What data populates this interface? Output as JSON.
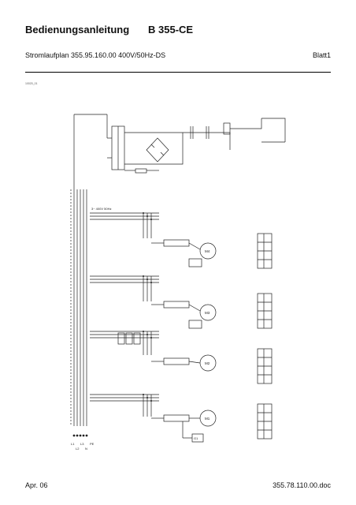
{
  "header": {
    "title": "Bedienungsanleitung",
    "model": "B 355-CE",
    "plan": "Stromlaufplan 355.95.160.00 400V/50Hz-DS",
    "sheet": "Blatt1"
  },
  "drawing_code": "10020_01",
  "footer": {
    "date": "Apr. 06",
    "doc": "355.78.110.00.doc"
  },
  "schematic": {
    "supply_terminals": [
      "L1",
      "L2",
      "L3",
      "N",
      "PE"
    ],
    "motors": [
      "M1",
      "M2",
      "M3",
      "M4"
    ],
    "generator": "G1",
    "mains_label": "3~ 400V 50Hz"
  }
}
